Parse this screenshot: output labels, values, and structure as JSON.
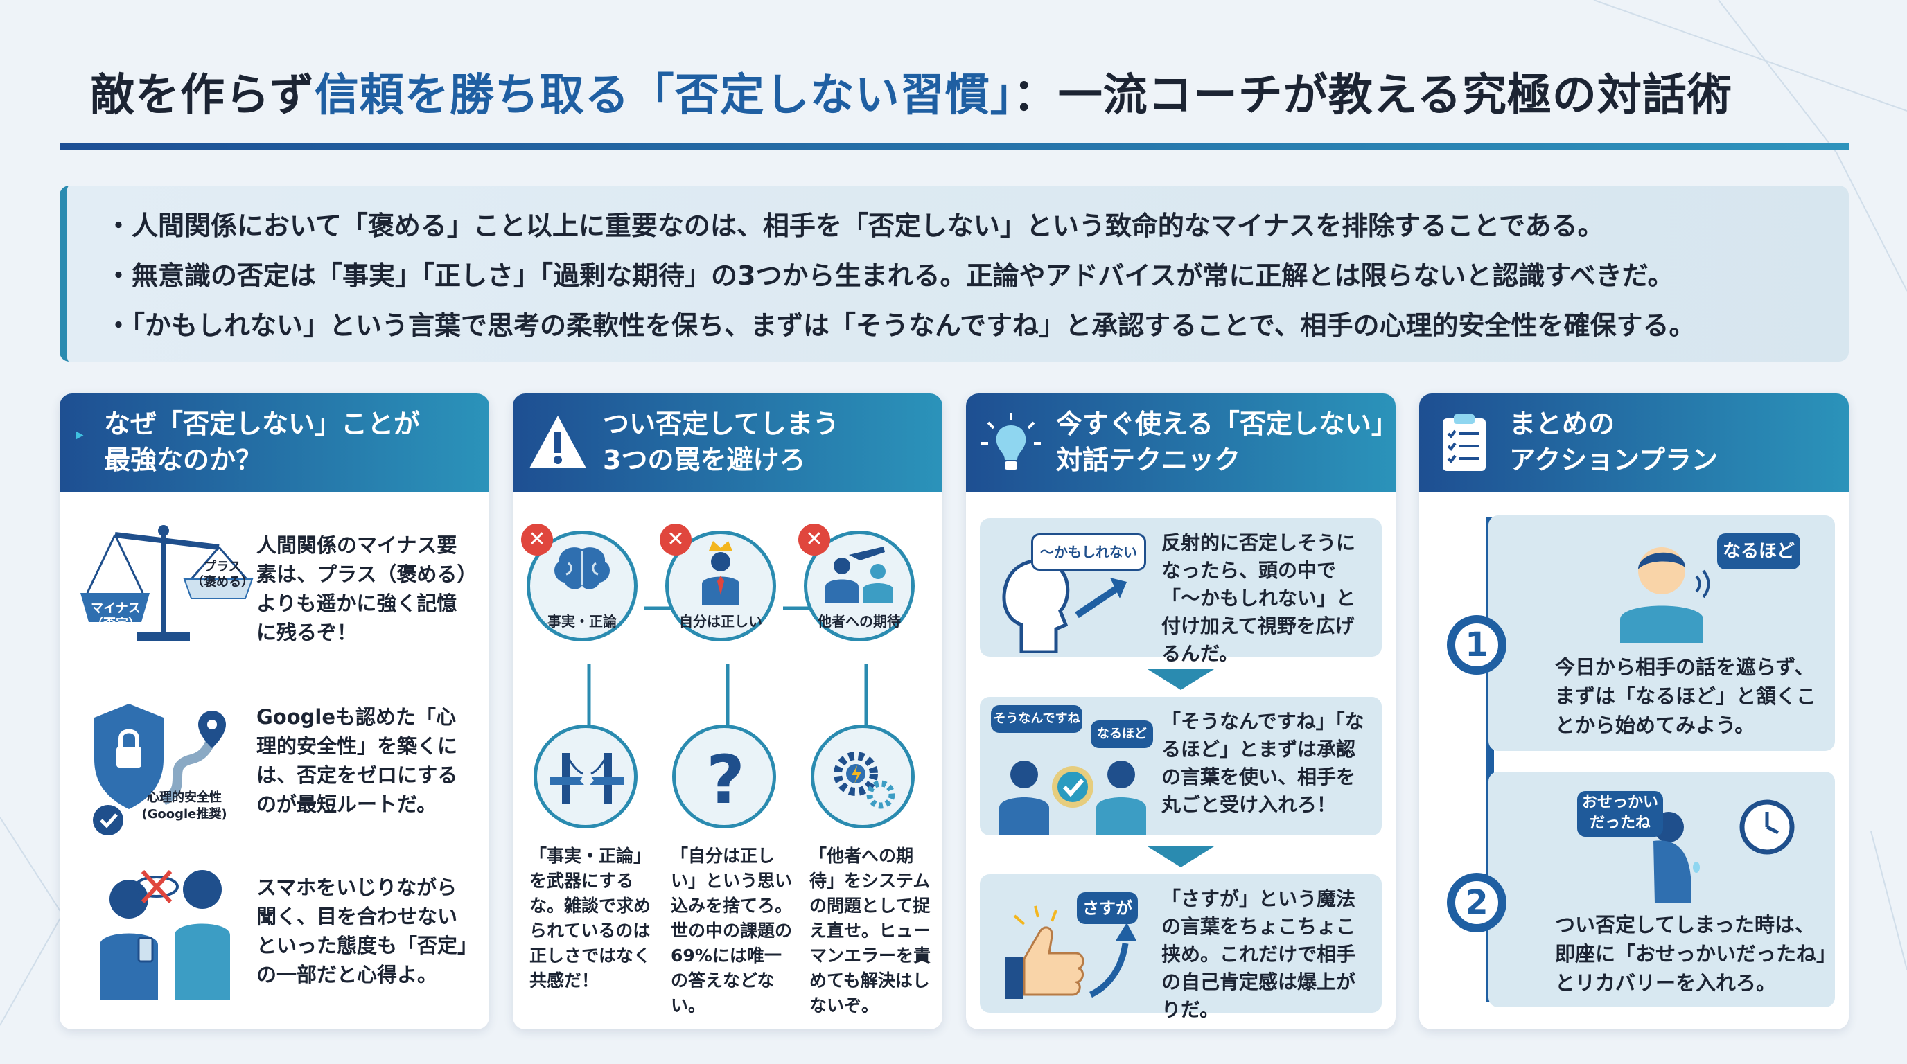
{
  "title": {
    "part1": "敵を作らず",
    "part2": "信頼を勝ち取る「否定しない習慣」",
    "part3": "：一流コーチが教える究極の対話術"
  },
  "summary": [
    "人間関係において「褒める」こと以上に重要なのは、相手を「否定しない」という致命的なマイナスを排除することである。",
    "無意識の否定は「事実」「正しさ」「過剰な期待」の3つから生まれる。正論やアドバイスが常に正解とは限らないと認識すべきだ。",
    "「かもしれない」という言葉で思考の柔軟性を保ち、まずは「そうなんですね」と承認することで、相手の心理的安全性を確保する。"
  ],
  "panel1": {
    "title_line1": "なぜ「否定しない」ことが",
    "title_line2": "最強なのか？",
    "items": [
      {
        "text": "人間関係のマイナス要素は、プラス（褒める）よりも遥かに強く記憶に残るぞ！",
        "label_a": "マイナス\n（否定）",
        "label_b": "プラス\n（褒める）"
      },
      {
        "text": "Googleも認めた「心理的安全性」を築くには、否定をゼロにするのが最短ルートだ。",
        "label_a": "心理的安全性\n(Google推奨)"
      },
      {
        "text": "スマホをいじりながら聞く、目を合わせないといった態度も「否定」の一部だと心得よ。"
      }
    ]
  },
  "panel2": {
    "title_line1": "つい否定してしまう",
    "title_line2": "3つの罠を避けろ",
    "traps": [
      {
        "label": "事実・正論",
        "text": "「事実・正論」を武器にするな。雑談で求められているのは正しさではなく共感だ！"
      },
      {
        "label": "自分は正しい",
        "text": "「自分は正しい」という思い込みを捨てろ。世の中の課題の69%には唯一の答えなどない。"
      },
      {
        "label": "他者への期待",
        "text": "「他者への期待」をシステムの問題として捉え直せ。ヒューマンエラーを責めても解決はしないぞ。"
      }
    ],
    "x_mark": "✕"
  },
  "panel3": {
    "title_line1": "今すぐ使える「否定しない」",
    "title_line2": "対話テクニック",
    "cards": [
      {
        "bubble": "〜かもしれない",
        "text": "反射的に否定しそうになったら、頭の中で「〜かもしれない」と付け加えて視野を広げるんだ。"
      },
      {
        "bubble": "そうなんですね",
        "bubble2": "なるほど",
        "text": "「そうなんですね」「なるほど」とまずは承認の言葉を使い、相手を丸ごと受け入れろ！"
      },
      {
        "bubble": "さすが",
        "text": "「さすが」という魔法の言葉をちょこちょこ挟め。これだけで相手の自己肯定感は爆上がりだ。"
      }
    ]
  },
  "panel4": {
    "title_line1": "まとめの",
    "title_line2": "アクションプラン",
    "steps": [
      {
        "num": "1",
        "bubble": "なるほど",
        "text": "今日から相手の話を遮らず、まずは「なるほど」と頷くことから始めてみよう。"
      },
      {
        "num": "2",
        "bubble": "おせっかい\nだったね",
        "text": "つい否定してしまった時は、即座に「おせっかいだったね」とリカバリーを入れろ。"
      }
    ]
  },
  "colors": {
    "brand_dark": "#1e4f92",
    "brand_teal": "#2b93ba",
    "highlight": "#1f5fa2",
    "x_red": "#e0463d"
  }
}
